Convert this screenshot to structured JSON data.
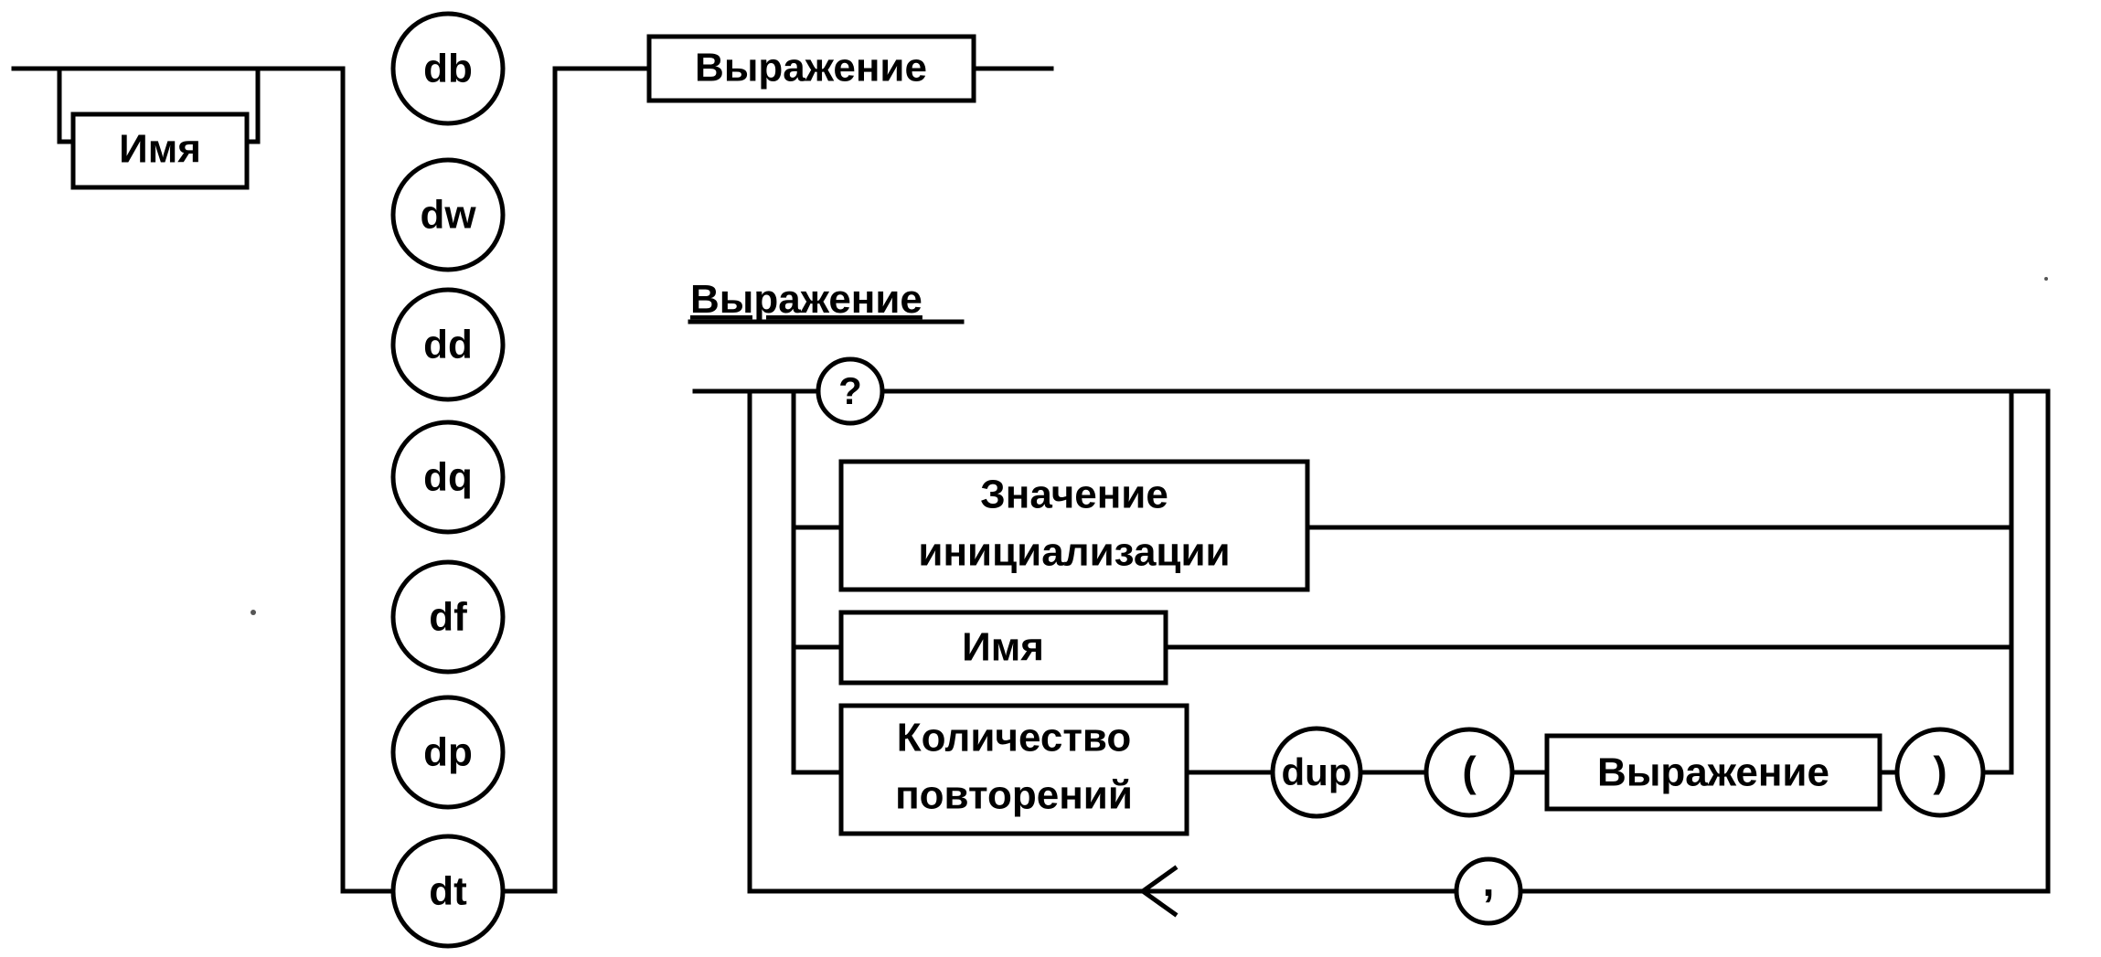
{
  "diagram1": {
    "name_box": "Имя",
    "directives": [
      "db",
      "dw",
      "dd",
      "dq",
      "df",
      "dp",
      "dt"
    ],
    "expression_box": "Выражение"
  },
  "diagram2": {
    "title": "Выражение",
    "question_mark": "?",
    "init_value_line1": "Значение",
    "init_value_line2": "инициализации",
    "name_box": "Имя",
    "count_line1": "Количество",
    "count_line2": "повторений",
    "dup": "dup",
    "open_paren": "(",
    "inner_expression": "Выражение",
    "close_paren": ")",
    "comma": ","
  }
}
